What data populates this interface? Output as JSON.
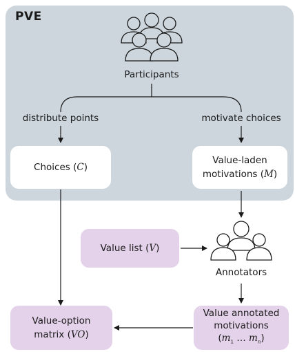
{
  "pve": {
    "label": "PVE"
  },
  "participants": {
    "label": "Participants"
  },
  "edges": {
    "left": "distribute points",
    "right": "motivate choices"
  },
  "choices": {
    "label": "Choices (",
    "symbol": "C",
    "close": ")"
  },
  "motivations": {
    "line1": "Value-laden",
    "line2": "motivations (",
    "symbol": "M",
    "close": ")"
  },
  "value_list": {
    "label": "Value list (",
    "symbol": "V",
    "close": ")"
  },
  "annotators": {
    "label": "Annotators"
  },
  "annotated": {
    "line1": "Value annotated",
    "line2": "motivations",
    "line3_open": "(",
    "m1": "m",
    "m1_sub": "1",
    "dots": "…",
    "mn": "m",
    "mn_sub": "n",
    "line3_close": ")"
  },
  "matrix": {
    "line1": "Value-option",
    "line2_open": "matrix (",
    "symbol": "VO",
    "line2_close": ")"
  },
  "colors": {
    "panel": "#cdd6dd",
    "purple_box": "#e4d2ea",
    "white_box": "#ffffff"
  }
}
